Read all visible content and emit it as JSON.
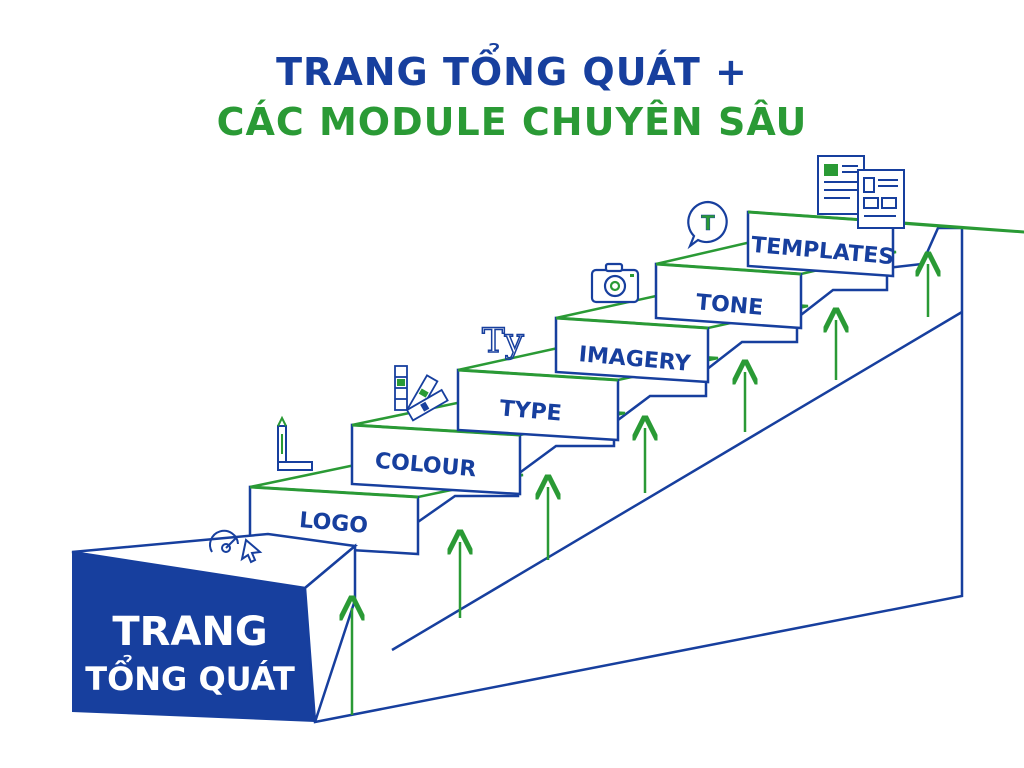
{
  "title": {
    "line1": "TRANG TỔNG QUÁT +",
    "line2": "CÁC MODULE CHUYÊN SÂU"
  },
  "base": {
    "line1": "TRANG",
    "line2": "TỔNG QUÁT"
  },
  "steps": [
    {
      "label": "LOGO",
      "icon": "logo-pen-icon"
    },
    {
      "label": "COLOUR",
      "icon": "swatch-palette-icon"
    },
    {
      "label": "TYPE",
      "icon": "typography-icon"
    },
    {
      "label": "IMAGERY",
      "icon": "camera-icon"
    },
    {
      "label": "TONE",
      "icon": "speech-bubble-icon"
    },
    {
      "label": "TEMPLATES",
      "icon": "document-templates-icon"
    }
  ],
  "icons": {
    "base": "cursor-target-icon",
    "typography_glyph": "Ty",
    "tone_glyph": "T"
  },
  "colors": {
    "blue": "#173f9e",
    "green": "#2a9a35"
  }
}
